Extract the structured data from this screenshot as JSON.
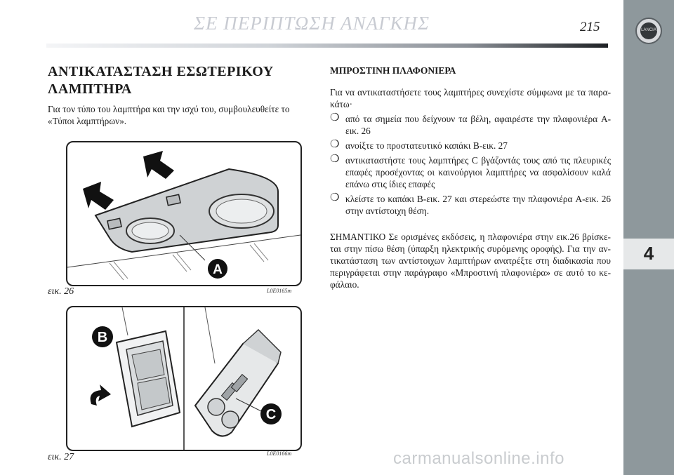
{
  "header": {
    "title": "ΣΕ ΠΕΡΙΠΤΩΣΗ ΑΝΑΓΚΗΣ",
    "page_number": "215"
  },
  "sidebar": {
    "chapter_number": "4",
    "logo_text": "LANCIA"
  },
  "left_column": {
    "heading_line1": "ΑΝΤΙΚΑΤΑΣΤΑΣΗ ΕΣΩΤΕΡΙΚΟΥ",
    "heading_line2": "ΛΑΜΠΤΗΡΑ",
    "intro": "Για τον τύπο του λαμπτήρα και την ισχύ του, συμβουλευθείτε το «Τύποι λαμπτήρων»."
  },
  "figures": [
    {
      "caption": "εικ. 26",
      "code": "L0E0165m",
      "labels": [
        "A"
      ]
    },
    {
      "caption": "εικ. 27",
      "code": "L0E0166m",
      "labels": [
        "B",
        "C"
      ]
    }
  ],
  "right_column": {
    "heading": "ΜΠΡΟΣΤΙΝΗ ΠΛΑΦΟΝΙΕΡΑ",
    "intro": "Για να αντικαταστήσετε τους λαμπτήρες συνεχίστε σύμφωνα με τα παρα-κάτω·",
    "bullet_symbol": "❍",
    "steps": [
      "από τα σημεία που δείχνουν τα βέλη, αφαιρέστε την πλαφονιέρα A-εικ. 26",
      "ανοίξτε το προστατευτικό καπάκι B-εικ. 27",
      "αντικαταστήστε τους λαμπτήρες C βγάζοντάς τους από τις πλευρικές επαφές προσέχοντας οι καινούργιοι λαμπτήρες να ασφαλίσουν καλά επάνω στις ίδιες επαφές",
      "κλείστε το καπάκι B-εικ. 27 και στερεώστε την πλαφονιέρα A-εικ. 26 στην αντίστοιχη θέση."
    ],
    "note": "ΣΗΜΑΝΤΙΚΟ Σε ορισμένες εκδόσεις, η πλαφονιέρα στην εικ.26 βρίσκε-ται στην πίσω θέση (ύπαρξη ηλεκτρικής συρόμενης οροφής). Για την αν-τικατάσταση των αντίστοιχων λαμπτήρων ανατρέξτε στη διαδικασία που περιγράφεται στην παράγραφο «Μπροστινή πλαφονιέρα» σε αυτό το κε-φάλαιο."
  },
  "footer": {
    "watermark": "carmanualsonline.info"
  }
}
